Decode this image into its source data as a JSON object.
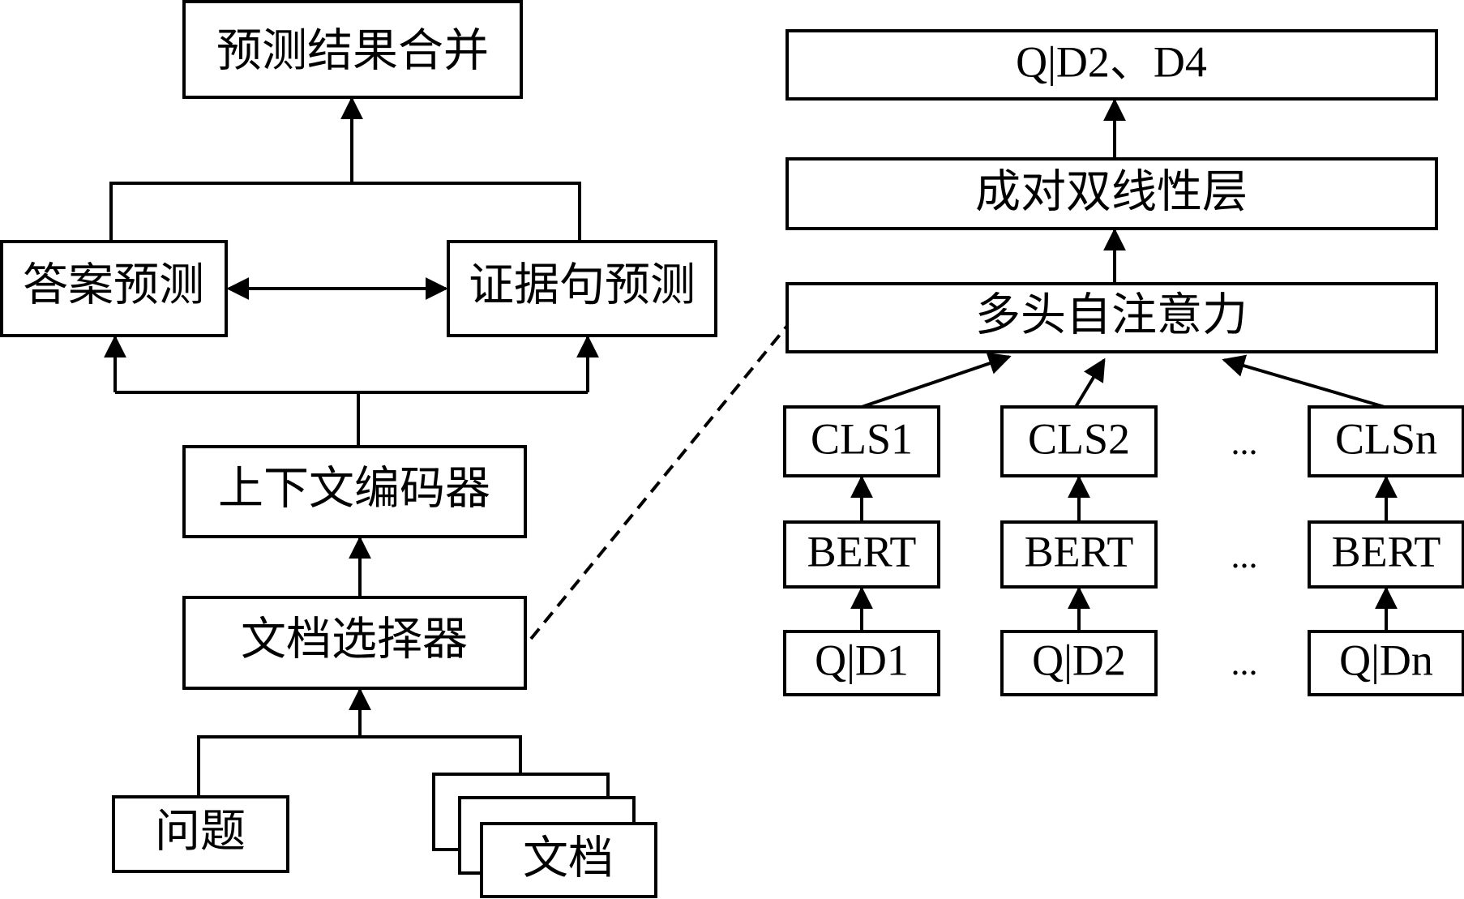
{
  "left_pipeline": {
    "merge": "预测结果合并",
    "answer_pred": "答案预测",
    "evidence_pred": "证据句预测",
    "context_encoder": "上下文编码器",
    "doc_selector": "文档选择器",
    "question": "问题",
    "documents": "文档"
  },
  "right_pipeline": {
    "output": "Q|D2、D4",
    "bilinear": "成对双线性层",
    "attention": "多头自注意力",
    "columns": [
      {
        "cls": "CLS1",
        "bert": "BERT",
        "input": "Q|D1"
      },
      {
        "cls": "CLS2",
        "bert": "BERT",
        "input": "Q|D2"
      },
      {
        "cls": "CLSn",
        "bert": "BERT",
        "input": "Q|Dn"
      }
    ],
    "ellipsis": "..."
  }
}
